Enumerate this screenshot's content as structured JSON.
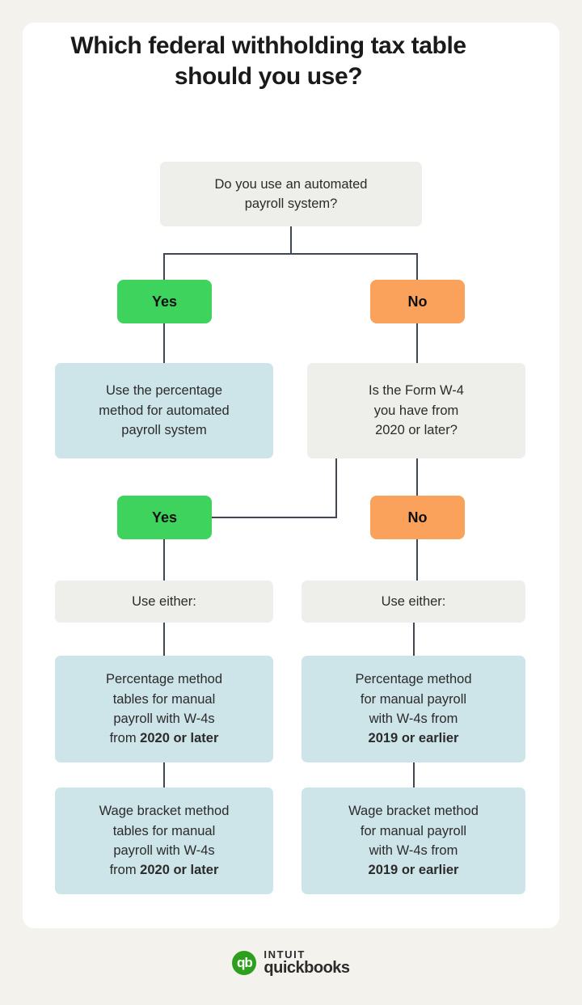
{
  "title": "Which federal withholding tax table should you use?",
  "colors": {
    "page_background": "#f3f2ed",
    "card_background": "#ffffff",
    "neutral_box": "#eeeeea",
    "info_box": "#cde4e9",
    "yes_green": "#3ed35c",
    "no_orange": "#faa25c",
    "connector": "#3d4854",
    "brand_green": "#2ca01c"
  },
  "flowchart": {
    "type": "decision-tree",
    "root": {
      "id": "q1",
      "label": "Do you use an automated payroll system?",
      "line1": "Do you use an automated",
      "line2": "payroll system?"
    },
    "branches": [
      {
        "id": "q1-yes",
        "answer": "Yes",
        "style": "green",
        "result": {
          "id": "r1",
          "label": "Use the percentage method for automated payroll system",
          "line1": "Use the percentage",
          "line2": "method for automated",
          "line3": "payroll system"
        }
      },
      {
        "id": "q1-no",
        "answer": "No",
        "style": "orange",
        "next": {
          "id": "q2",
          "label": "Is the Form W-4 you have from 2020 or later?",
          "line1": "Is the Form W-4",
          "line2": "you have from",
          "line3": "2020 or later?"
        }
      }
    ],
    "q2_branches": [
      {
        "id": "q2-yes",
        "answer": "Yes",
        "style": "green",
        "header": "Use either:",
        "options": [
          {
            "id": "opt-pct-2020",
            "line1": "Percentage method",
            "line2": "tables for manual",
            "line3": "payroll with W-4s",
            "line4_prefix": "from ",
            "line4_bold": "2020 or later"
          },
          {
            "id": "opt-wage-2020",
            "line1": "Wage bracket method",
            "line2": "tables for manual",
            "line3": "payroll with W-4s",
            "line4_prefix": "from ",
            "line4_bold": "2020 or later"
          }
        ]
      },
      {
        "id": "q2-no",
        "answer": "No",
        "style": "orange",
        "header": "Use either:",
        "options": [
          {
            "id": "opt-pct-2019",
            "line1": "Percentage method",
            "line2": "for manual payroll",
            "line3": "with W-4s from",
            "line4_prefix": "",
            "line4_bold": "2019 or earlier"
          },
          {
            "id": "opt-wage-2019",
            "line1": "Wage bracket method",
            "line2": "for manual payroll",
            "line3": "with W-4s from",
            "line4_prefix": "",
            "line4_bold": "2019 or earlier"
          }
        ]
      }
    ]
  },
  "footer": {
    "brand_top": "INTUIT",
    "brand_bottom": "quickbooks",
    "mark_text": "qb"
  }
}
